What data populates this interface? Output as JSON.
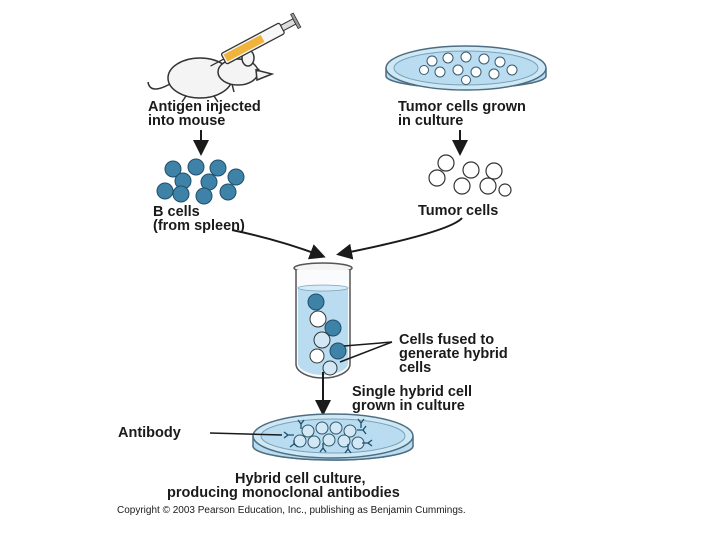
{
  "labels": {
    "antigen_line1": "Antigen injected",
    "antigen_line2": "into mouse",
    "tumor_grown_line1": "Tumor cells grown",
    "tumor_grown_line2": "in culture",
    "bcells_line1": "B cells",
    "bcells_line2": "(from spleen)",
    "tumor_cells": "Tumor cells",
    "fused_line1": "Cells fused to",
    "fused_line2": "generate hybrid",
    "fused_line3": "cells",
    "single_line1": "Single hybrid cell",
    "single_line2": "grown in culture",
    "antibody": "Antibody",
    "culture_line1": "Hybrid cell culture,",
    "culture_line2": "producing monoclonal antibodies"
  },
  "copyright": "Copyright © 2003 Pearson Education, Inc., publishing as Benjamin Cummings.",
  "colors": {
    "b_cell": "#3f82a8",
    "b_cell_stroke": "#1f4f6b",
    "tumor_cell": "#ffffff",
    "liquid": "#b9dcf0",
    "dish_rim": "#6d8fa5",
    "syringe": "#f0b43c",
    "text": "#1a1a1a"
  }
}
